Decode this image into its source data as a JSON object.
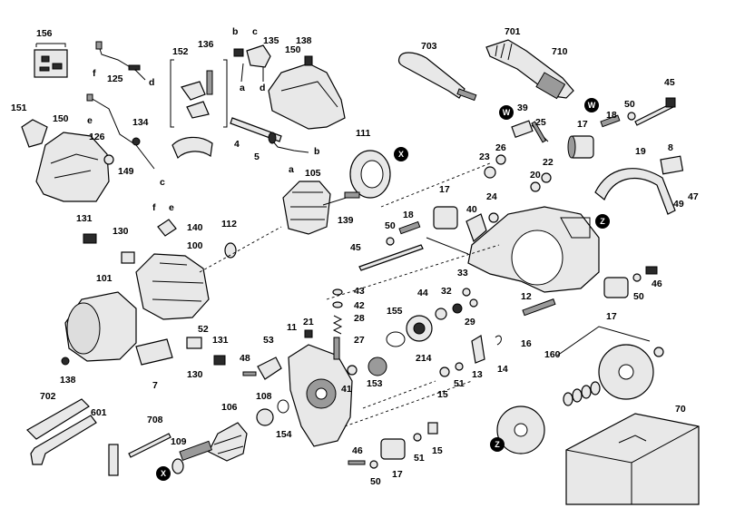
{
  "diagram": {
    "parts": [
      {
        "label": "156"
      },
      {
        "label": "125"
      },
      {
        "label": "d"
      },
      {
        "label": "f"
      },
      {
        "label": "136"
      },
      {
        "label": "b"
      },
      {
        "label": "c"
      },
      {
        "label": "135"
      },
      {
        "label": "150"
      },
      {
        "label": "138"
      },
      {
        "label": "a"
      },
      {
        "label": "d"
      },
      {
        "label": "152"
      },
      {
        "label": "151"
      },
      {
        "label": "150"
      },
      {
        "label": "e"
      },
      {
        "label": "126"
      },
      {
        "label": "134"
      },
      {
        "label": "149"
      },
      {
        "label": "c"
      },
      {
        "label": "4"
      },
      {
        "label": "5"
      },
      {
        "label": "b"
      },
      {
        "label": "a"
      },
      {
        "label": "111"
      },
      {
        "label": "105"
      },
      {
        "label": "139"
      },
      {
        "label": "703"
      },
      {
        "label": "701"
      },
      {
        "label": "710"
      },
      {
        "label": "45"
      },
      {
        "label": "39"
      },
      {
        "label": "25"
      },
      {
        "label": "17"
      },
      {
        "label": "18"
      },
      {
        "label": "50"
      },
      {
        "label": "26"
      },
      {
        "label": "23"
      },
      {
        "label": "20"
      },
      {
        "label": "22"
      },
      {
        "label": "19"
      },
      {
        "label": "8"
      },
      {
        "label": "49"
      },
      {
        "label": "47"
      },
      {
        "label": "131"
      },
      {
        "label": "f"
      },
      {
        "label": "e"
      },
      {
        "label": "140"
      },
      {
        "label": "112"
      },
      {
        "label": "130"
      },
      {
        "label": "100"
      },
      {
        "label": "17"
      },
      {
        "label": "18"
      },
      {
        "label": "50"
      },
      {
        "label": "24"
      },
      {
        "label": "40"
      },
      {
        "label": "45"
      },
      {
        "label": "101"
      },
      {
        "label": "138"
      },
      {
        "label": "7"
      },
      {
        "label": "52"
      },
      {
        "label": "131"
      },
      {
        "label": "130"
      },
      {
        "label": "48"
      },
      {
        "label": "53"
      },
      {
        "label": "11"
      },
      {
        "label": "21"
      },
      {
        "label": "43"
      },
      {
        "label": "42"
      },
      {
        "label": "28"
      },
      {
        "label": "27"
      },
      {
        "label": "33"
      },
      {
        "label": "44"
      },
      {
        "label": "32"
      },
      {
        "label": "29"
      },
      {
        "label": "12"
      },
      {
        "label": "155"
      },
      {
        "label": "214"
      },
      {
        "label": "41"
      },
      {
        "label": "153"
      },
      {
        "label": "15"
      },
      {
        "label": "51"
      },
      {
        "label": "13"
      },
      {
        "label": "14"
      },
      {
        "label": "16"
      },
      {
        "label": "17"
      },
      {
        "label": "50"
      },
      {
        "label": "46"
      },
      {
        "label": "160"
      },
      {
        "label": "70"
      },
      {
        "label": "702"
      },
      {
        "label": "601"
      },
      {
        "label": "708"
      },
      {
        "label": "106"
      },
      {
        "label": "108"
      },
      {
        "label": "154"
      },
      {
        "label": "109"
      },
      {
        "label": "46"
      },
      {
        "label": "50"
      },
      {
        "label": "17"
      },
      {
        "label": "51"
      },
      {
        "label": "15"
      }
    ],
    "markers": [
      {
        "label": "X"
      },
      {
        "label": "W"
      },
      {
        "label": "W"
      },
      {
        "label": "Z"
      },
      {
        "label": "Z"
      },
      {
        "label": "X"
      }
    ]
  },
  "colors": {
    "ink": "#000000",
    "fill": "#e8e8e8",
    "shade": "#9a9a9a"
  }
}
